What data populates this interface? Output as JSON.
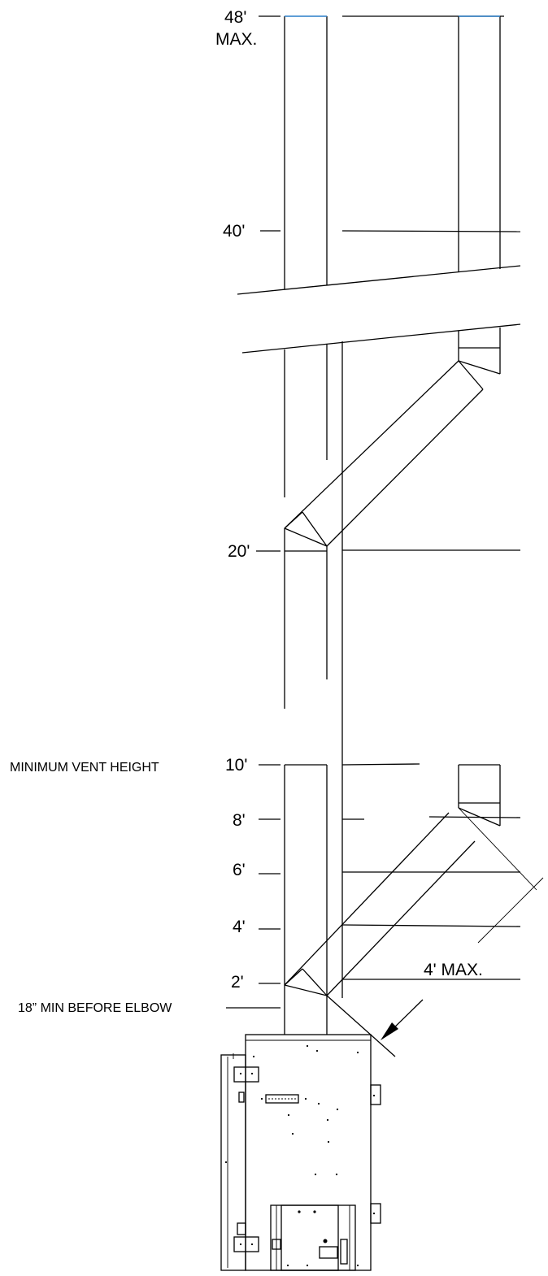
{
  "height_labels": {
    "h48": "48'",
    "h48_max": "MAX.",
    "h40": "40'",
    "h20": "20'",
    "h10": "10'",
    "h8": "8'",
    "h6": "6'",
    "h4": "4'",
    "h2": "2'"
  },
  "notes": {
    "minimum_vent_height": "MINIMUM VENT HEIGHT",
    "min_before_elbow": "18” MIN BEFORE ELBOW",
    "four_max": "4' MAX."
  },
  "colors": {
    "line": "#000000",
    "top_cap": "#2a7fc9",
    "background": "#ffffff"
  }
}
